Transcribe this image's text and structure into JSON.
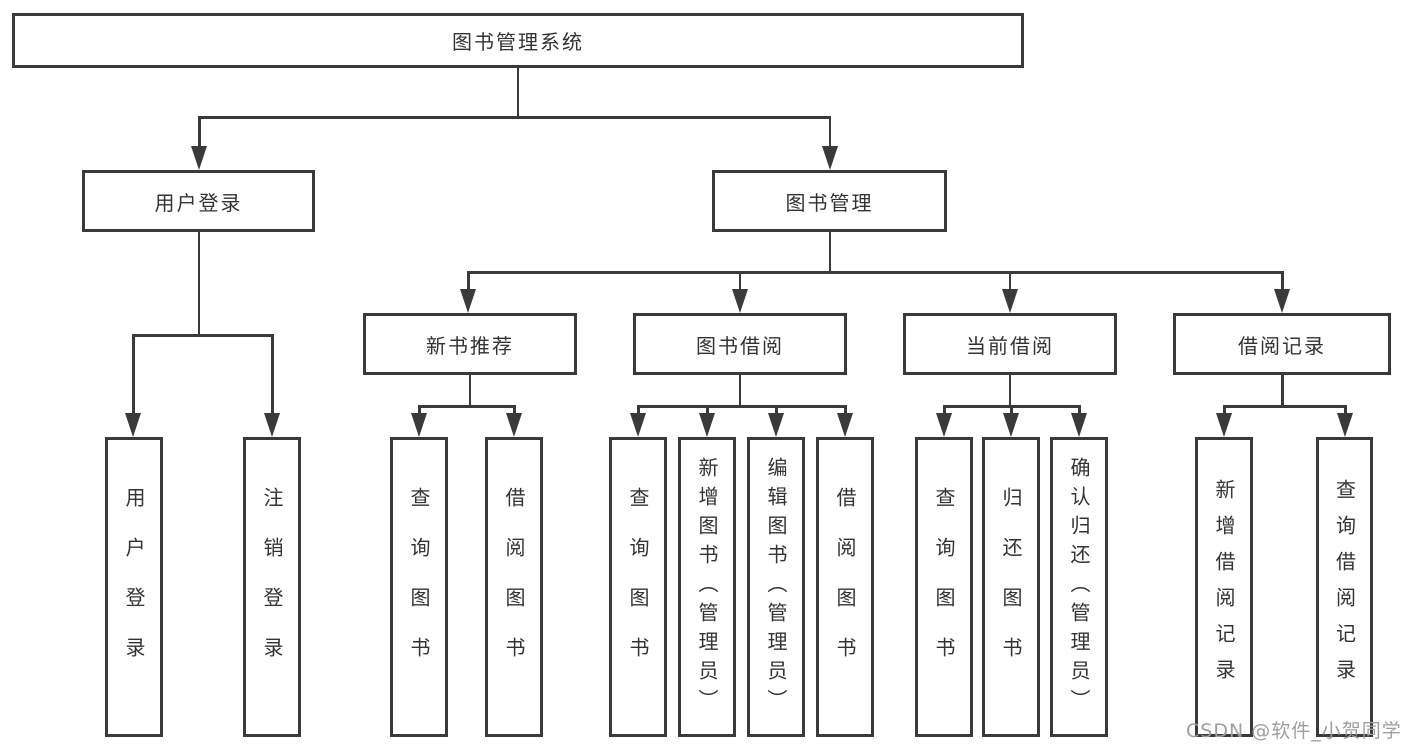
{
  "colors": {
    "line": "#3a3a3a",
    "text": "#333333",
    "watermark": "#9e9e9e",
    "background": "#ffffff"
  },
  "watermark": {
    "text": "CSDN @软件_小贺同学"
  },
  "tree": {
    "root": {
      "label": "图书管理系统"
    },
    "branches": {
      "user_login": {
        "label": "用户登录",
        "children": [
          {
            "label": "用户登录"
          },
          {
            "label": "注销登录"
          }
        ]
      },
      "book_mgmt": {
        "label": "图书管理",
        "children": {
          "new_book_rec": {
            "label": "新书推荐",
            "children": [
              {
                "label": "查询图书"
              },
              {
                "label": "借阅图书"
              }
            ]
          },
          "book_borrow": {
            "label": "图书借阅",
            "children": [
              {
                "label": "查询图书"
              },
              {
                "label": "新增图书（管理员）"
              },
              {
                "label": "编辑图书（管理员）"
              },
              {
                "label": "借阅图书"
              }
            ]
          },
          "current_borrow": {
            "label": "当前借阅",
            "children": [
              {
                "label": "查询图书"
              },
              {
                "label": "归还图书"
              },
              {
                "label": "确认归还（管理员）"
              }
            ]
          },
          "borrow_records": {
            "label": "借阅记录",
            "children": [
              {
                "label": "新增借阅记录"
              },
              {
                "label": "查询借阅记录"
              }
            ]
          }
        }
      }
    }
  }
}
